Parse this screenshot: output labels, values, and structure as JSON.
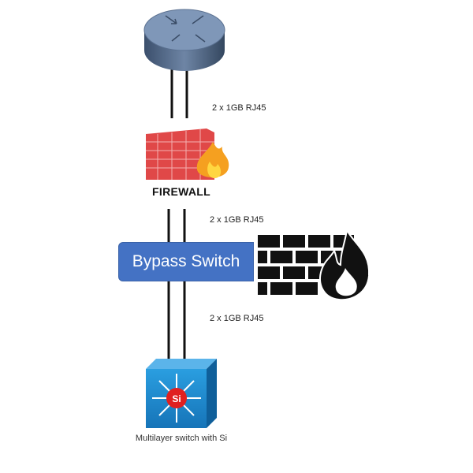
{
  "links": [
    {
      "label": "2 x 1GB RJ45"
    },
    {
      "label": "2 x 1GB RJ45"
    },
    {
      "label": "2 x 1GB RJ45"
    }
  ],
  "firewall": {
    "label": "FIREWALL"
  },
  "bypass_switch": {
    "label": "Bypass Switch"
  },
  "multilayer_switch": {
    "label": "Multilayer switch with Si",
    "badge": "Si"
  },
  "colors": {
    "router": "#5a7090",
    "firewall_brick": "#e04040",
    "bypass": "#4472c4",
    "switch": "#1e8fd0",
    "si_badge": "#e02020"
  }
}
